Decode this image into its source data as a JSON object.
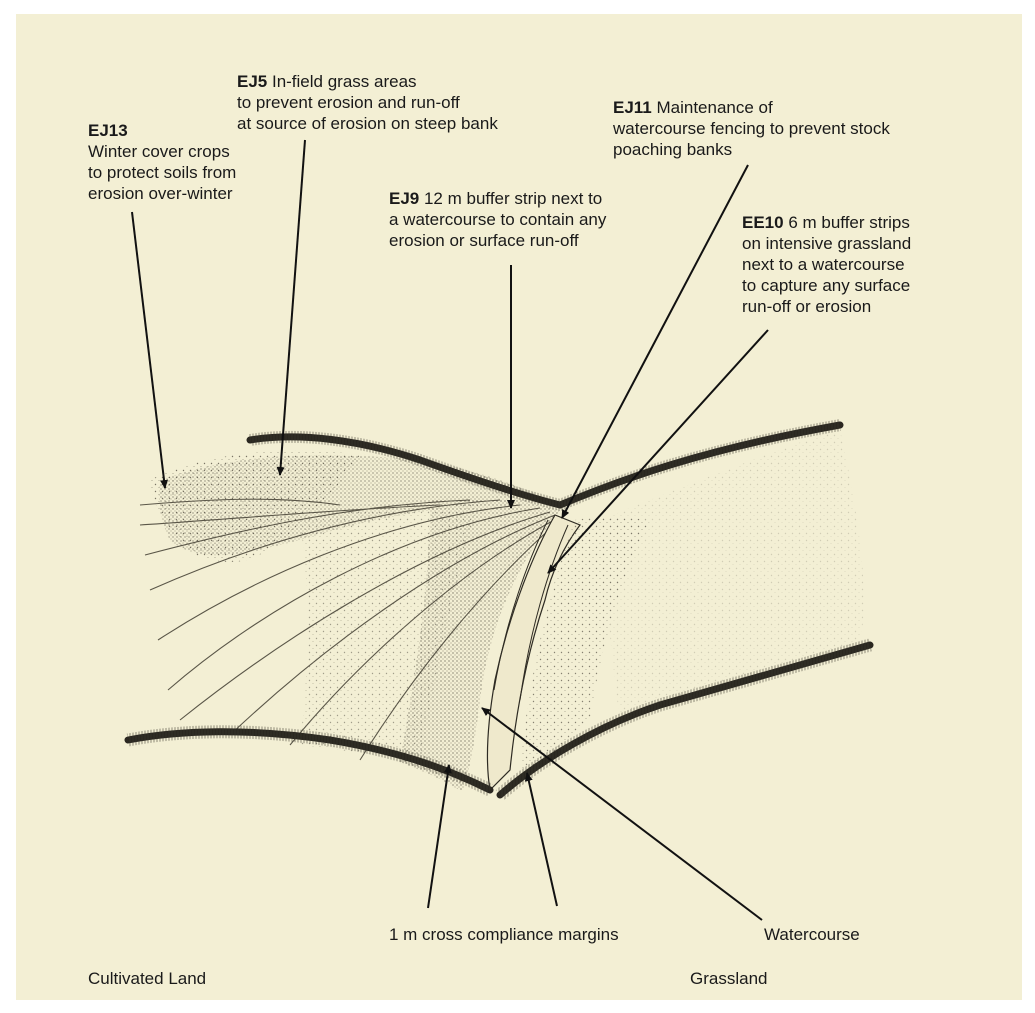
{
  "labels": {
    "ej13": {
      "code": "EJ13",
      "lines": [
        "Winter cover crops",
        "to protect soils from",
        "erosion over-winter"
      ]
    },
    "ej5": {
      "code": "EJ5",
      "first": " In-field grass areas",
      "lines": [
        "to prevent erosion and run-off",
        "at source of erosion on steep bank"
      ]
    },
    "ej11": {
      "code": "EJ11",
      "first": " Maintenance of",
      "lines": [
        "watercourse fencing to prevent stock",
        "poaching banks"
      ]
    },
    "ej9": {
      "code": "EJ9",
      "first": " 12 m buffer strip next to",
      "lines": [
        "a watercourse to contain any",
        "erosion or surface run-off"
      ]
    },
    "ee10": {
      "code": "EE10",
      "first": " 6 m buffer strips",
      "lines": [
        "on intensive grassland",
        "next to a watercourse",
        "to capture any surface",
        "run-off or erosion"
      ]
    },
    "margins": "1 m cross compliance margins",
    "watercourse": "Watercourse",
    "cultivated": "Cultivated Land",
    "grassland": "Grassland"
  },
  "colors": {
    "background": "#f3efd4",
    "ink": "#1a1a1a"
  }
}
